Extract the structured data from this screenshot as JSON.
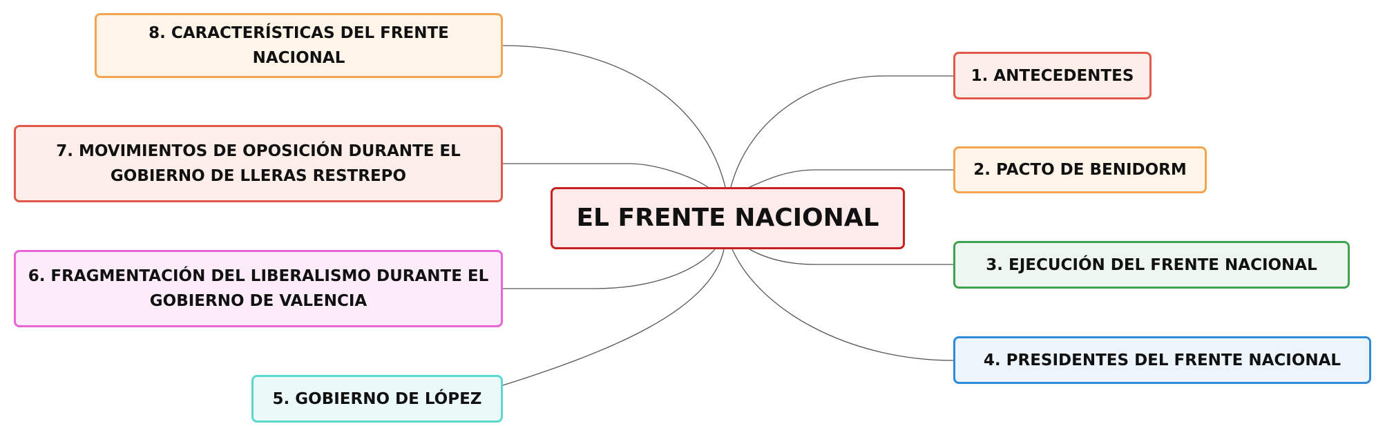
{
  "root": {
    "label": "EL FRENTE NACIONAL",
    "border_color": "#c8201f",
    "fill_color": "#fdeaea"
  },
  "topics": [
    {
      "id": "antecedentes",
      "label": "1. ANTECEDENTES",
      "border_color": "#e0594a",
      "fill_color": "#fdeeea"
    },
    {
      "id": "pacto-benidorm",
      "label": "2. PACTO DE BENIDORM",
      "border_color": "#f2a54e",
      "fill_color": "#fef4e8"
    },
    {
      "id": "ejecucion",
      "label": "3. EJECUCIÓN DEL FRENTE NACIONAL",
      "border_color": "#3ea350",
      "fill_color": "#eef7ef"
    },
    {
      "id": "presidentes",
      "label": "4. PRESIDENTES DEL FRENTE NACIONAL",
      "border_color": "#2f8ad8",
      "fill_color": "#ecf4fc"
    },
    {
      "id": "gobierno-lopez",
      "label": "5. GOBIERNO DE LÓPEZ",
      "border_color": "#5ad8d0",
      "fill_color": "#ebfaf8"
    },
    {
      "id": "fragmentacion",
      "label": "6. FRAGMENTACIÓN DEL LIBERALISMO DURANTE EL\nGOBIERNO DE VALENCIA",
      "border_color": "#e765d8",
      "fill_color": "#fcebf9"
    },
    {
      "id": "movimientos",
      "label": "7. MOVIMIENTOS DE OPOSICIÓN DURANTE EL\nGOBIERNO DE LLERAS RESTREPO",
      "border_color": "#e0594a",
      "fill_color": "#fdeeea"
    },
    {
      "id": "caracteristicas",
      "label": "8. CARACTERÍSTICAS DEL FRENTE NACIONAL",
      "border_color": "#f2a54e",
      "fill_color": "#fef4e8"
    }
  ]
}
